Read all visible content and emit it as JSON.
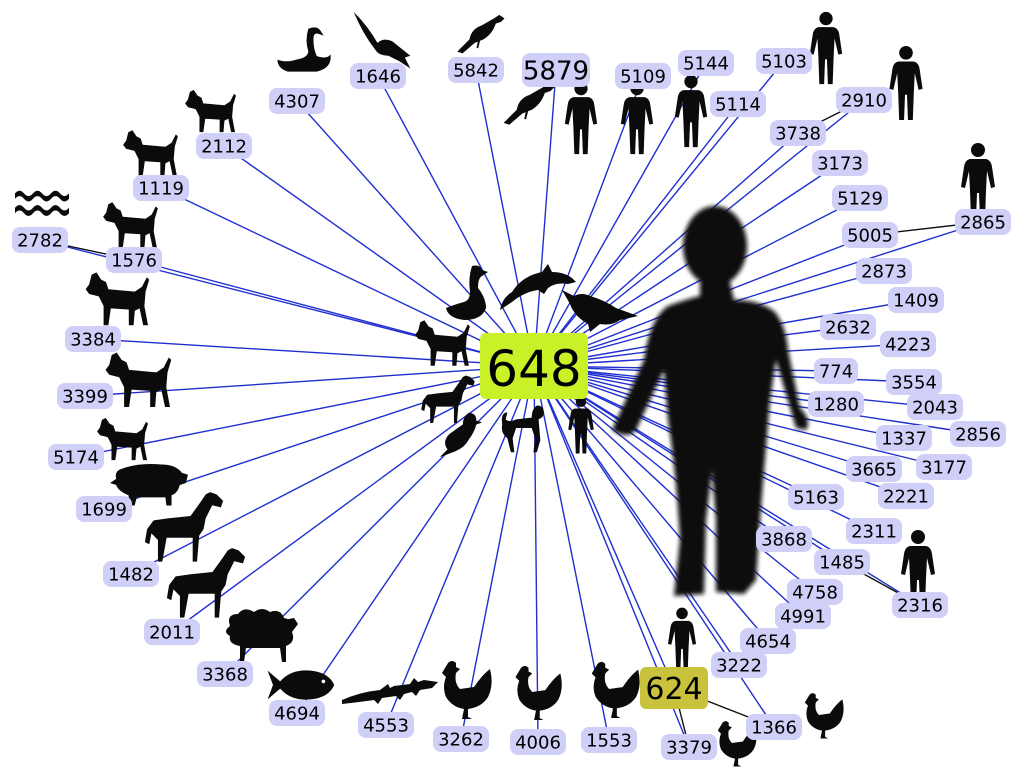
{
  "colors": {
    "edge": "#1f2fd0",
    "label_bg": "#cfcff7",
    "hub_bg": "#c8f227",
    "hub2_bg": "#c8c23c",
    "silhouette": "#0b0b0b",
    "human_main": "#0d0d0d"
  },
  "hub": {
    "id": "648",
    "kind": "human-hub"
  },
  "secondary_hub": {
    "id": "624",
    "icon": "human"
  },
  "nodes": [
    {
      "id": "4307",
      "icon": "swan"
    },
    {
      "id": "1646",
      "icon": "seagull"
    },
    {
      "id": "5842",
      "icon": "crow"
    },
    {
      "id": "5879",
      "icon": "crow"
    },
    {
      "id": "5109",
      "icon": "human"
    },
    {
      "id": "5144",
      "icon": "human"
    },
    {
      "id": "5103",
      "icon": "human"
    },
    {
      "id": "5114",
      "icon": "human"
    },
    {
      "id": "2910",
      "icon": "human"
    },
    {
      "id": "3738",
      "icon": "none"
    },
    {
      "id": "3173",
      "icon": "none"
    },
    {
      "id": "5129",
      "icon": "none"
    },
    {
      "id": "2865",
      "icon": "human"
    },
    {
      "id": "5005",
      "icon": "none"
    },
    {
      "id": "2873",
      "icon": "none"
    },
    {
      "id": "1409",
      "icon": "none"
    },
    {
      "id": "2632",
      "icon": "none"
    },
    {
      "id": "4223",
      "icon": "none"
    },
    {
      "id": "774",
      "icon": "none"
    },
    {
      "id": "3554",
      "icon": "none"
    },
    {
      "id": "1280",
      "icon": "none"
    },
    {
      "id": "2043",
      "icon": "none"
    },
    {
      "id": "1337",
      "icon": "none"
    },
    {
      "id": "2856",
      "icon": "none"
    },
    {
      "id": "3665",
      "icon": "none"
    },
    {
      "id": "3177",
      "icon": "none"
    },
    {
      "id": "2221",
      "icon": "none"
    },
    {
      "id": "5163",
      "icon": "none"
    },
    {
      "id": "2311",
      "icon": "none"
    },
    {
      "id": "3868",
      "icon": "none"
    },
    {
      "id": "1485",
      "icon": "none"
    },
    {
      "id": "2316",
      "icon": "human"
    },
    {
      "id": "4758",
      "icon": "none"
    },
    {
      "id": "4991",
      "icon": "none"
    },
    {
      "id": "4654",
      "icon": "none"
    },
    {
      "id": "3222",
      "icon": "none"
    },
    {
      "id": "1366",
      "icon": "chicken"
    },
    {
      "id": "3379",
      "icon": "chicken"
    },
    {
      "id": "1553",
      "icon": "chicken"
    },
    {
      "id": "4006",
      "icon": "chicken"
    },
    {
      "id": "3262",
      "icon": "chicken"
    },
    {
      "id": "4553",
      "icon": "lizard"
    },
    {
      "id": "4694",
      "icon": "fish"
    },
    {
      "id": "3368",
      "icon": "sheep"
    },
    {
      "id": "2011",
      "icon": "horse"
    },
    {
      "id": "1482",
      "icon": "horse"
    },
    {
      "id": "1699",
      "icon": "pig"
    },
    {
      "id": "5174",
      "icon": "dog"
    },
    {
      "id": "3399",
      "icon": "dog"
    },
    {
      "id": "3384",
      "icon": "dog"
    },
    {
      "id": "1576",
      "icon": "dog"
    },
    {
      "id": "2782",
      "icon": "water"
    },
    {
      "id": "1119",
      "icon": "dog"
    },
    {
      "id": "2112",
      "icon": "dog"
    }
  ],
  "secondary_edges": [
    {
      "from": "2782",
      "to": "1576"
    },
    {
      "from": "2910",
      "to": "3738"
    },
    {
      "from": "2865",
      "to": "5005"
    },
    {
      "from": "2316",
      "to": "1485"
    },
    {
      "from": "624",
      "to": "1366"
    },
    {
      "from": "624",
      "to": "3379"
    }
  ],
  "inner_icons": [
    "goose",
    "dolphin",
    "sparrow",
    "dog",
    "horse",
    "pigeon",
    "monkey",
    "human"
  ]
}
